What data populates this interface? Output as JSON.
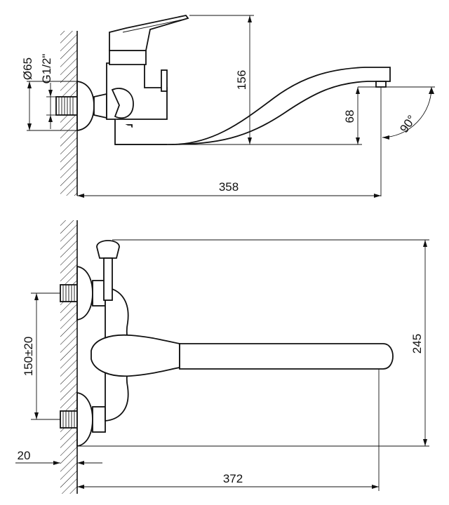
{
  "drawing": {
    "title": "Wall-mounted bath mixer with long swivel spout – dimensional drawing",
    "side_view": {
      "dim_diameter": "Ø65",
      "dim_thread": "G1/2\"",
      "dim_height": "156",
      "dim_outlet_height": "68",
      "dim_projection": "358",
      "dim_angle": "90°"
    },
    "top_view": {
      "dim_centers": "150±20",
      "dim_depth": "245",
      "dim_wall_offset": "20",
      "dim_spout_length": "372"
    }
  },
  "colors": {
    "line": "#111111",
    "background": "#ffffff"
  }
}
